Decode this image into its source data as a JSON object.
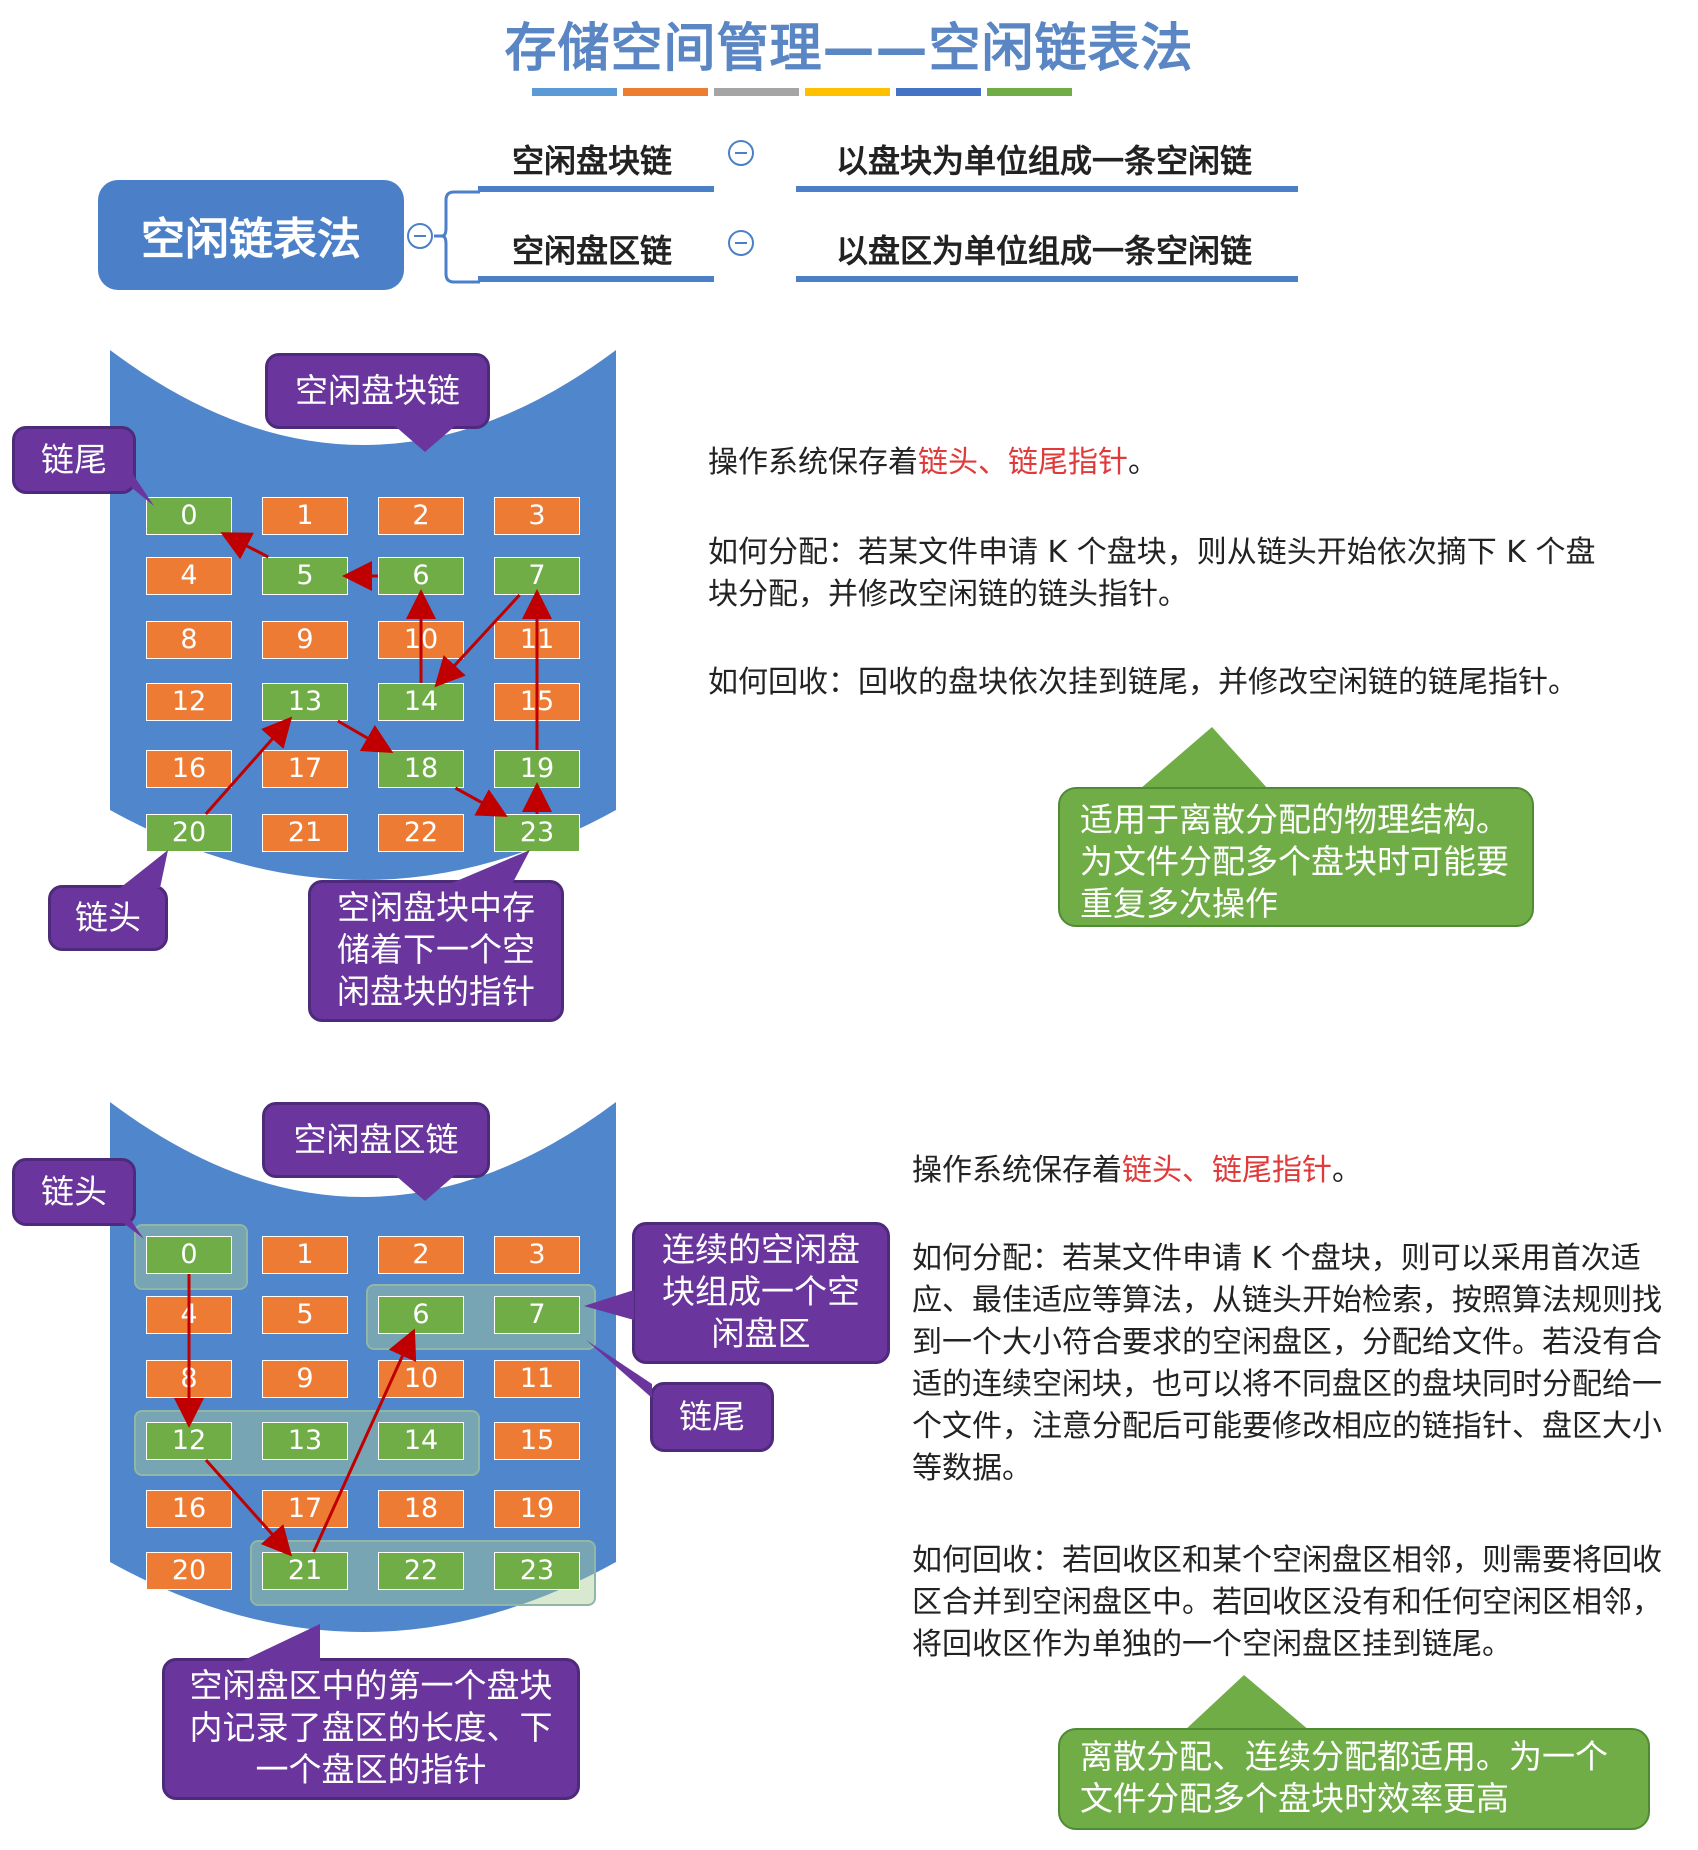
{
  "title": "存储空间管理——空闲链表法",
  "title_bar_colors": [
    "#5b9bd5",
    "#ed7d31",
    "#a5a5a5",
    "#ffc000",
    "#4472c4",
    "#70ad47"
  ],
  "mindmap": {
    "root": "空闲链表法",
    "branches": [
      {
        "name": "空闲盘块链",
        "desc": "以盘块为单位组成一条空闲链"
      },
      {
        "name": "空闲盘区链",
        "desc": "以盘区为单位组成一条空闲链"
      }
    ]
  },
  "block_chain": {
    "title": "空闲盘块链",
    "tail_label": "链尾",
    "head_label": "链头",
    "pointer_note": "空闲盘块中存储着下一个空闲盘块的指针",
    "blocks": [
      "0",
      "1",
      "2",
      "3",
      "4",
      "5",
      "6",
      "7",
      "8",
      "9",
      "10",
      "11",
      "12",
      "13",
      "14",
      "15",
      "16",
      "17",
      "18",
      "19",
      "20",
      "21",
      "22",
      "23"
    ],
    "free_blocks": [
      0,
      5,
      6,
      7,
      13,
      14,
      18,
      19,
      20,
      23
    ],
    "chain_order": [
      20,
      13,
      18,
      23,
      19,
      7,
      14,
      6,
      5,
      0
    ],
    "text": {
      "p1_a": "操作系统保存着",
      "p1_red": "链头、链尾指针",
      "p1_b": "。",
      "p2": "如何分配：若某文件申请 K 个盘块，则从链头开始依次摘下 K 个盘块分配，并修改空闲链的链头指针。",
      "p3": "如何回收：回收的盘块依次挂到链尾，并修改空闲链的链尾指针。"
    },
    "note": "适用于离散分配的物理结构。为文件分配多个盘块时可能要重复多次操作"
  },
  "region_chain": {
    "title": "空闲盘区链",
    "head_label": "链头",
    "tail_label": "链尾",
    "region_note": "连续的空闲盘块组成一个空闲盘区",
    "first_block_note": "空闲盘区中的第一个盘块内记录了盘区的长度、下一个盘区的指针",
    "blocks": [
      "0",
      "1",
      "2",
      "3",
      "4",
      "5",
      "6",
      "7",
      "8",
      "9",
      "10",
      "11",
      "12",
      "13",
      "14",
      "15",
      "16",
      "17",
      "18",
      "19",
      "20",
      "21",
      "22",
      "23"
    ],
    "free_regions": [
      [
        0
      ],
      [
        12,
        13,
        14
      ],
      [
        21,
        22,
        23
      ],
      [
        6,
        7
      ]
    ],
    "chain_order": [
      0,
      12,
      21,
      6
    ],
    "text": {
      "p1_a": "操作系统保存着",
      "p1_red": "链头、链尾指针",
      "p1_b": "。",
      "p2": "如何分配：若某文件申请 K 个盘块，则可以采用首次适应、最佳适应等算法，从链头开始检索，按照算法规则找到一个大小符合要求的空闲盘区，分配给文件。若没有合适的连续空闲块，也可以将不同盘区的盘块同时分配给一个文件，注意分配后可能要修改相应的链指针、盘区大小等数据。",
      "p3": "如何回收：若回收区和某个空闲盘区相邻，则需要将回收区合并到空闲盘区中。若回收区没有和任何空闲区相邻，将回收区作为单独的一个空闲盘区挂到链尾。"
    },
    "note": "离散分配、连续分配都适用。为一个文件分配多个盘块时效率更高"
  },
  "colors": {
    "cylinder": "#4f86cc",
    "free": "#70ad47",
    "used": "#ed7b34",
    "callout": "#6a359d",
    "arrow": "#c00000",
    "red_text": "#e03a3a"
  }
}
